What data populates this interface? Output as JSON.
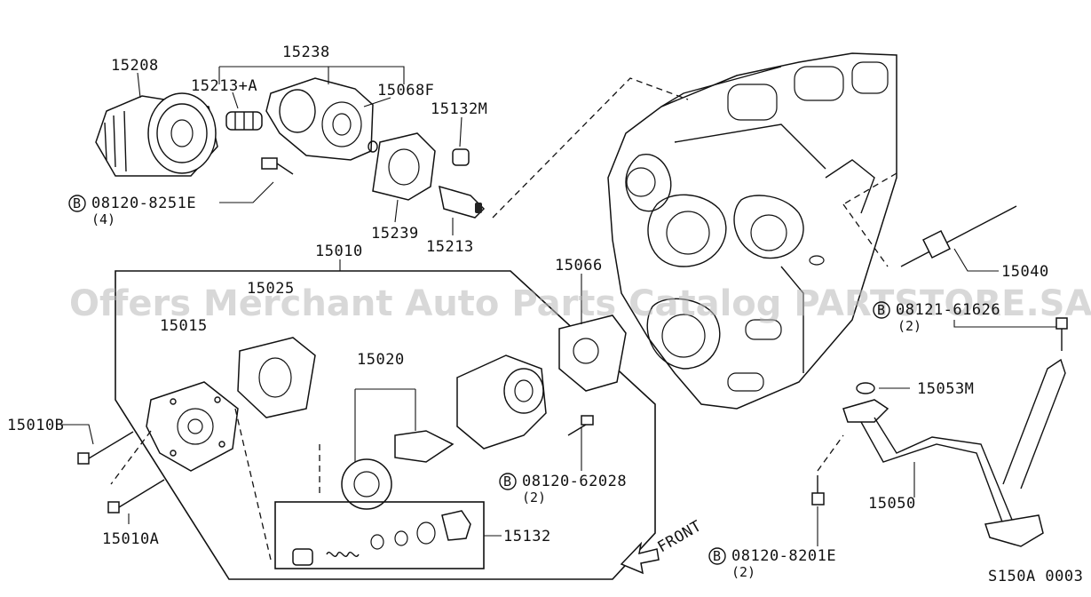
{
  "watermark": "Offers Merchant Auto Parts Catalog PARTSTORE.SA",
  "reference_code": "S150A 0003",
  "front_label": "FRONT",
  "bolt_marker": "B",
  "parts": {
    "p15208": "15208",
    "p15238": "15238",
    "p15213A": "15213+A",
    "p15068F": "15068F",
    "p15132M": "15132M",
    "p15239": "15239",
    "p15213": "15213",
    "p15010": "15010",
    "p15025": "15025",
    "p15015": "15015",
    "p15020": "15020",
    "p15066": "15066",
    "p15040": "15040",
    "p15053M": "15053M",
    "p15010B": "15010B",
    "p15010A": "15010A",
    "p15132": "15132",
    "p15050": "15050"
  },
  "bolts": {
    "b8251": {
      "part": "08120-8251E",
      "qty": "(4)"
    },
    "b62028": {
      "part": "08120-62028",
      "qty": "(2)"
    },
    "b8201": {
      "part": "08120-8201E",
      "qty": "(2)"
    },
    "b61626": {
      "part": "08121-61626",
      "qty": "(2)"
    }
  }
}
